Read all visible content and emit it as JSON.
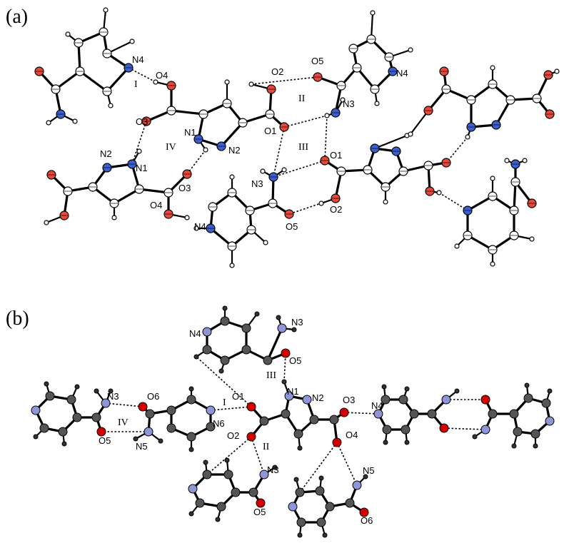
{
  "panels": [
    {
      "label": "(a)",
      "atom_labels": [
        "N4",
        "O4",
        "I",
        "O2",
        "O5",
        "N4",
        "II",
        "N3",
        "O3",
        "N1",
        "N2",
        "O1",
        "IV",
        "III",
        "N2",
        "N1",
        "O1",
        "O3",
        "N3",
        "O2",
        "O5",
        "O4",
        "N4"
      ],
      "colors": {
        "carbon": "#ffffff",
        "oxygen": "#e8483c",
        "nitrogen": "#3a5fd0",
        "hydrogen": "#ffffff"
      }
    },
    {
      "label": "(b)",
      "atom_labels": [
        "N3",
        "N4",
        "O5",
        "III",
        "N3",
        "O6",
        "O1",
        "N1",
        "N2",
        "O3",
        "N4",
        "IV",
        "I",
        "N6",
        "O5",
        "N5",
        "O2",
        "O4",
        "II",
        "N3",
        "N5",
        "O5",
        "O6"
      ],
      "colors": {
        "carbon": "#555555",
        "oxygen": "#d40000",
        "nitrogen": "#8e96d8",
        "hydrogen": "#333333"
      }
    }
  ]
}
